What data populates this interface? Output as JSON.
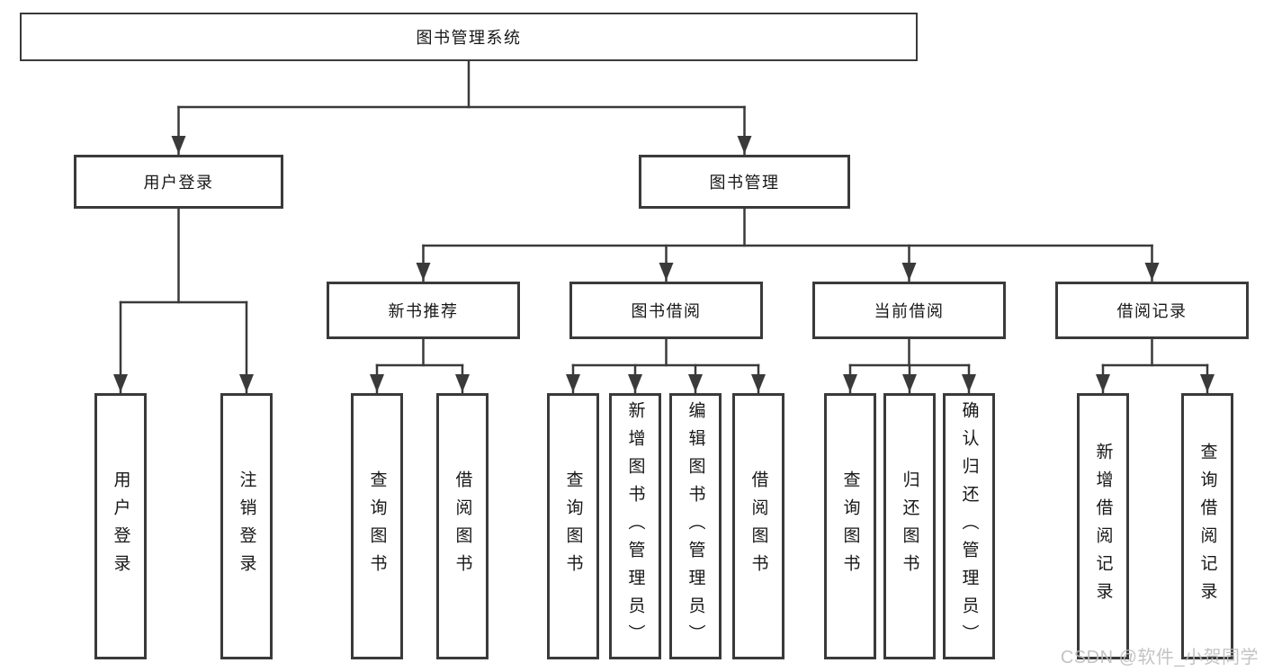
{
  "colors": {
    "line": "#3a3a3a",
    "text": "#171717",
    "watermark": "#bdbdbd"
  },
  "watermark": {
    "text": "CSDN @软件_小贺同学"
  },
  "tree": {
    "label": "图书管理系统",
    "children": [
      {
        "label": "用户登录",
        "children": [
          {
            "label": "用户登录"
          },
          {
            "label": "注销登录"
          }
        ]
      },
      {
        "label": "图书管理",
        "children": [
          {
            "label": "新书推荐",
            "children": [
              {
                "label": "查询图书"
              },
              {
                "label": "借阅图书"
              }
            ]
          },
          {
            "label": "图书借阅",
            "children": [
              {
                "label": "查询图书"
              },
              {
                "label": "新增图书（管理员）"
              },
              {
                "label": "编辑图书（管理员）"
              },
              {
                "label": "借阅图书"
              }
            ]
          },
          {
            "label": "当前借阅",
            "children": [
              {
                "label": "查询图书"
              },
              {
                "label": "归还图书"
              },
              {
                "label": "确认归还（管理员）"
              }
            ]
          },
          {
            "label": "借阅记录",
            "children": [
              {
                "label": "新增借阅记录"
              },
              {
                "label": "查询借阅记录"
              }
            ]
          }
        ]
      }
    ]
  }
}
